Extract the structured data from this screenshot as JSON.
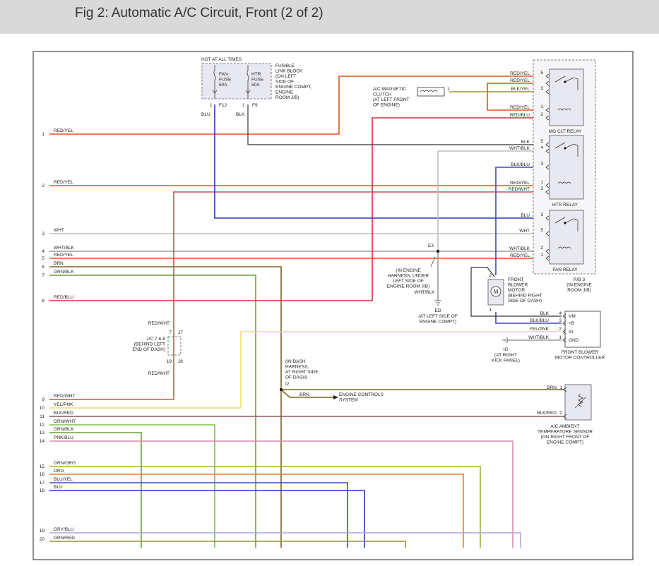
{
  "header": {
    "title": "Fig 2: Automatic A/C Circuit, Front (2 of 2)"
  },
  "colors": {
    "red_yel": "#e0561d",
    "red_blu": "#d8313f",
    "red_wht": "#e04a4a",
    "blu": "#2838b8",
    "blk": "#333333",
    "wht": "#bdbdbd",
    "wht_blk": "#9a9a9a",
    "brn": "#7a6424",
    "grn_blk": "#6a9e3a",
    "yel_pnk": "#f2e05a",
    "blk_red": "#8a5a5a",
    "grn_wht": "#7fbf4a",
    "pnk_blu": "#d98ab0",
    "grn_org": "#9ab43a",
    "org": "#f07d2a",
    "blu_yel": "#3a48c0",
    "gry_blu": "#a9a9d4",
    "grn_red": "#9a9030",
    "relay_fill": "#e8e8f2"
  },
  "connector_rows": [
    {
      "pin": "1",
      "label": "RED/YEL"
    },
    {
      "pin": "2",
      "label": "RED/YEL"
    },
    {
      "pin": "3",
      "label": "WHT"
    },
    {
      "pin": "4",
      "label": "WHT/BLK"
    },
    {
      "pin": "",
      "label": "RED/YEL"
    },
    {
      "pin": "5",
      "label": "BRN"
    },
    {
      "pin": "6",
      "label": "GRN/BLK"
    },
    {
      "pin": "7",
      "label": ""
    },
    {
      "pin": "8",
      "label": "RED/BLU"
    },
    {
      "pin": "9",
      "label": "RED/WHT"
    },
    {
      "pin": "10",
      "label": "YEL/PNK"
    },
    {
      "pin": "11",
      "label": "BLK/RED"
    },
    {
      "pin": "",
      "label": "GRN/WHT"
    },
    {
      "pin": "12",
      "label": "GRN/BLK"
    },
    {
      "pin": "13",
      "label": ""
    },
    {
      "pin": "14",
      "label": "PNK/BLU"
    },
    {
      "pin": "15",
      "label": "GRN/ORG"
    },
    {
      "pin": "16",
      "label": "ORG"
    },
    {
      "pin": "17",
      "label": "BLU/YEL"
    },
    {
      "pin": "18",
      "label": "BLU"
    },
    {
      "pin": "19",
      "label": "GRY/BLU"
    },
    {
      "pin": "20",
      "label": "GRN/RED"
    }
  ],
  "fuse_block": {
    "hot_label": "HOT AT ALL TIMES",
    "fan_fuse": [
      "FAN",
      "FUSE",
      "50A"
    ],
    "htr_fuse": [
      "HTR",
      "FUSE",
      "50A"
    ],
    "desc": [
      "FUSIBLE",
      "LINK BLOCK",
      "(ON LEFT",
      "SIDE OF",
      "ENGINE COMPT,",
      "ENGINE",
      "ROOM J/B)"
    ],
    "pin_fan": "1",
    "term_fan": "F12",
    "wire_fan": "BLU",
    "pin_htr": "1",
    "term_htr": "F9",
    "wire_htr": "BLK"
  },
  "clutch": {
    "desc": [
      "A/C MAGNETIC",
      "CLUTCH",
      "(AT LEFT FRONT",
      "OF ENGINE)"
    ],
    "pin": "1"
  },
  "mg_clt_relay": {
    "title": "MG CLT RELAY",
    "wires": [
      {
        "label": "RED/YEL",
        "pin": "5"
      },
      {
        "label": "RED/YEL",
        "pin": ""
      },
      {
        "label": "BLK/YEL",
        "pin": "3"
      },
      {
        "label": "RED/YEL",
        "pin": "1"
      },
      {
        "label": "RED/BLU",
        "pin": "2"
      }
    ]
  },
  "htr_relay": {
    "title": "HTR RELAY",
    "wires": [
      {
        "label": "BLK",
        "pin": "5"
      },
      {
        "label": "WHT/BLK",
        "pin": "4"
      },
      {
        "label": "BLK/BLU",
        "pin": "3"
      },
      {
        "label": "RED/YEL",
        "pin": "1"
      },
      {
        "label": "RED/WHT",
        "pin": "2"
      }
    ]
  },
  "fan_relay": {
    "title": "FAN RELAY",
    "wires": [
      {
        "label": "BLU",
        "pin": "3"
      },
      {
        "label": "WHT",
        "pin": "5"
      },
      {
        "label": "WHT/BLK",
        "pin": "2"
      },
      {
        "label": "RED/YEL",
        "pin": "1"
      }
    ]
  },
  "rb3_label": [
    "R/B 3",
    "(IN ENGINE",
    "ROOM J/B)"
  ],
  "splice_e3": {
    "name": "E3",
    "desc": [
      "(IN ENGINE",
      "HARNESS, UNDER",
      "LEFT SIDE OF",
      "ENGINE ROOM J/B)"
    ],
    "wire": "WHT/BLK"
  },
  "ground_ed": {
    "name": "ED",
    "desc": [
      "(AT LEFT SIDE OF",
      "ENGINE COMPT)"
    ]
  },
  "blower_motor": {
    "letter": "M",
    "pin_top": "2",
    "pin_bottom": "1",
    "desc": [
      "FRONT",
      "BLOWER",
      "MOTOR",
      "(BEHIND RIGHT",
      "SIDE OF DASH)"
    ]
  },
  "motor_controller": {
    "title": [
      "FRONT BLOWER",
      "MOTOR CONTROLLER"
    ],
    "pins": [
      {
        "wire": "BLK",
        "pin": "4",
        "name": "VM"
      },
      {
        "wire": "BLK/BLU",
        "pin": "3",
        "name": "+B"
      },
      {
        "wire": "YEL/PNK",
        "pin": "2",
        "name": "SI"
      },
      {
        "wire": "WHT/BLK",
        "pin": "1",
        "name": "GND"
      }
    ]
  },
  "ground_ig": {
    "name": "IG",
    "desc": [
      "(AT RIGHT",
      "KICK PANEL)"
    ]
  },
  "jc": {
    "top_wire": "RED/WHT",
    "bottom_wire": "RED/WHT",
    "top_pin": "7",
    "top_term": "J7",
    "bottom_pin": "19",
    "bottom_term": "J8",
    "desc": [
      "J/C 7 & 8",
      "(BEHIND LEFT",
      "END OF DASH)"
    ]
  },
  "splice_i2": {
    "desc": [
      "(IN DASH",
      "HARNESS,",
      "AT RIGHT SIDE",
      "OF DASH)"
    ],
    "name": "I2",
    "wire": "BRN",
    "dest": [
      "ENGINE CONTROLS",
      "SYSTEM"
    ]
  },
  "temp_sensor": {
    "wire_top": "BRN",
    "pin_top": "1",
    "wire_bottom": "BLK/RED",
    "pin_bottom": "2",
    "desc": [
      "A/C AMBIENT",
      "TEMPERATURE SENSOR",
      "(ON RIGHT FRONT OF",
      "ENGINE COMPT)"
    ]
  }
}
